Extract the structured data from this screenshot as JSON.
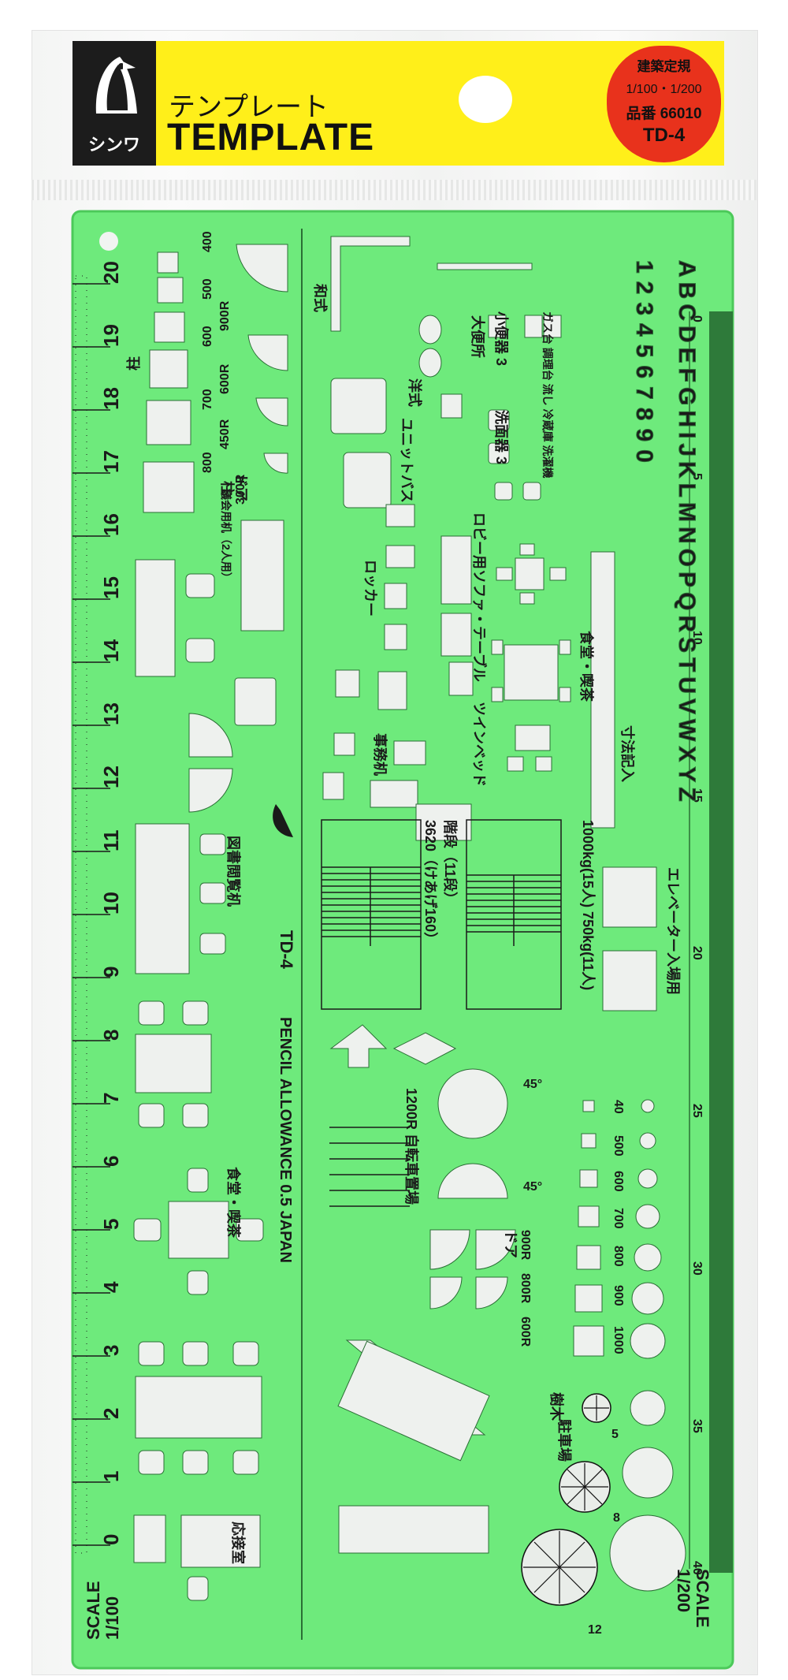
{
  "package": {
    "brand": "シンワ",
    "title_jp": "テンプレート",
    "title_en": "TEMPLATE",
    "badge": {
      "line1": "建築定規",
      "line2": "1/100・1/200",
      "line3": "品番 66010",
      "line4": "TD-4"
    },
    "colors": {
      "header": "#ffef1a",
      "badge": "#e8321c",
      "template": "#6eea7c",
      "logo": "#1c1c1c"
    }
  },
  "template": {
    "model": "TD-4",
    "pencil": "PENCIL ALLOWANCE 0.5  JAPAN",
    "scale_left_a": "SCALE",
    "scale_left_b": "1/100",
    "scale_right_a": "SCALE",
    "scale_right_b": "1/200",
    "left_numbers": [
      "0",
      "1",
      "2",
      "3",
      "4",
      "5",
      "6",
      "7",
      "8",
      "9",
      "10",
      "11",
      "12",
      "13",
      "14",
      "15",
      "16",
      "17",
      "18",
      "19",
      "20"
    ],
    "right_numbers": [
      "0",
      "5",
      "10",
      "15",
      "20",
      "25",
      "30",
      "35",
      "40"
    ],
    "alphabet": "ABCDEFGHIJKLMNOPQRSTUVWXYZ",
    "digits": "1234567890",
    "labels": {
      "door": "ドア",
      "pillar": "柱",
      "toilet_w": "和式",
      "toilet_y": "洋式",
      "unit_bath": "ユニットバス",
      "lobby": "ロビー用ソファ・テーブル",
      "locker": "ロッカー",
      "dining": "食堂・喫茶",
      "office": "事務机",
      "stairs": "階段（11段）",
      "stairs_dim": "3620（けあげ160）",
      "elevator": "エレベーター入場用",
      "elevator_spec": "1000kg(15人) 750kg(11人)",
      "dim_entry": "寸法記入",
      "twin_bed": "ツインベッド",
      "parking": "駐車場",
      "tree": "樹木",
      "bicycle": "1200R 自転車置場",
      "conf": "議会用机（2人用）",
      "library": "図書閲覧机",
      "reception": "応接室",
      "urinal": "小便器 3",
      "toilet_big": "大便所",
      "washbasin": "洗面器 3",
      "kitchen": "ガス台 調理台 流し 冷蔵庫 洗濯機"
    },
    "sizes": [
      "400",
      "500",
      "600",
      "700",
      "800",
      "900R",
      "600R",
      "450R",
      "300R"
    ],
    "pillar_sizes": [
      "40",
      "500",
      "600",
      "700",
      "800",
      "900",
      "1000"
    ],
    "door_sizes": [
      "900R",
      "800R",
      "600R"
    ],
    "angles": [
      "45°",
      "45°"
    ],
    "tree_sizes": [
      "5",
      "8",
      "12"
    ]
  }
}
